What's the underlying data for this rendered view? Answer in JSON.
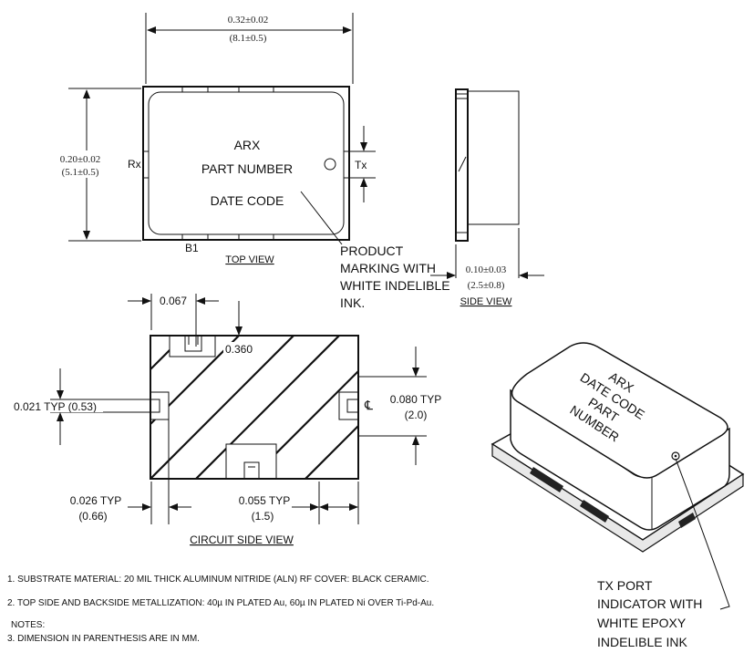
{
  "top_view": {
    "width_dim_in": "0.32±0.02",
    "width_dim_mm": "(8.1±0.5)",
    "height_dim_in": "0.20±0.02",
    "height_dim_mm": "(5.1±0.5)",
    "rx_label": "Rx",
    "tx_label": "Tx",
    "b1_label": "B1",
    "marking_line1": "ARX",
    "marking_line2": "PART NUMBER",
    "marking_line3": "DATE CODE",
    "caption": "TOP VIEW",
    "callout": [
      "PRODUCT",
      "MARKING WITH",
      "WHITE INDELIBLE",
      "INK."
    ]
  },
  "side_view": {
    "dim_in": "0.10±0.03",
    "dim_mm": "(2.5±0.8)",
    "caption": "SIDE VIEW"
  },
  "circuit_view": {
    "dim_top": "0.067",
    "dim_diag": "0.360",
    "dim_left": "0.021 TYP (0.53)",
    "dim_right_in": "0.080 TYP",
    "dim_right_mm": "(2.0)",
    "centerline": "℄",
    "dim_bottom_left_in": "0.026 TYP",
    "dim_bottom_left_mm": "(0.66)",
    "dim_bottom_right_in": "0.055 TYP",
    "dim_bottom_right_mm": "(1.5)",
    "caption": "CIRCUIT SIDE VIEW"
  },
  "iso_view": {
    "marking": [
      "ARX",
      "DATE CODE",
      "PART",
      "NUMBER"
    ],
    "callout": [
      "TX PORT",
      "INDICATOR WITH",
      "WHITE EPOXY",
      "INDELIBLE INK"
    ]
  },
  "notes": {
    "note1": "1. SUBSTRATE MATERIAL: 20 MIL THICK ALUMINUM NITRIDE (ALN) RF COVER: BLACK CERAMIC.",
    "note2": "2. TOP SIDE AND BACKSIDE METALLIZATION: 40µ IN PLATED Au, 60µ IN PLATED Ni  OVER Ti-Pd-Au.",
    "heading": "NOTES:",
    "note3": "3. DIMENSION IN PARENTHESIS ARE IN MM."
  }
}
